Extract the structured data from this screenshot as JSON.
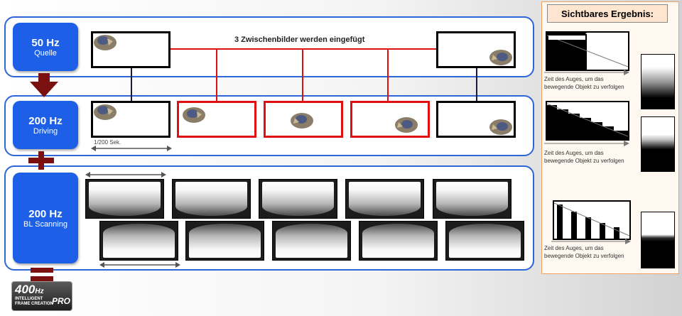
{
  "rows": {
    "quelle": {
      "hz": "50 Hz",
      "name": "Quelle"
    },
    "driving": {
      "hz": "200 Hz",
      "name": "Driving"
    },
    "bl": {
      "hz": "200 Hz",
      "name": "BL Scanning"
    }
  },
  "interpolation_label": "3 Zwischenbilder werden eingefügt",
  "period_label": "1/200 Sek.",
  "result": {
    "title": "Sichtbares Ergebnis:",
    "eye_line1": "Zeit des Auges, um das",
    "eye_line2": "bewegende Objekt zu verfolgen"
  },
  "logo": {
    "main": "400",
    "unit": "Hz",
    "sub1": "INTELLIGENT",
    "sub2": "FRAME CREATION",
    "pro": "PRO"
  },
  "colors": {
    "blue": "#1d5fe6",
    "red": "#e01010",
    "arrow": "#7a1010",
    "panel": "#fde5cf"
  },
  "icons": [
    "globe-icon",
    "down-arrow-icon",
    "plus-icon",
    "equals-icon",
    "double-arrow-icon"
  ]
}
